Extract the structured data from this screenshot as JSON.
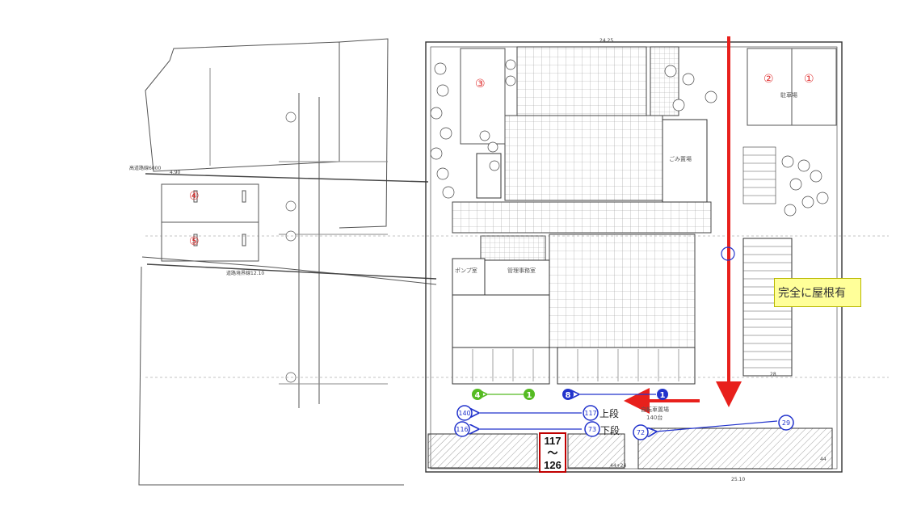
{
  "annotations": {
    "roof_note": "完全に屋根有",
    "range": {
      "from": "117",
      "sep": "〜",
      "to": "126"
    },
    "upper_label": "上段",
    "lower_label": "下段"
  },
  "parking_areas": [
    "①",
    "②",
    "③",
    "④",
    "⑤"
  ],
  "markers": {
    "green": [
      "4",
      "1"
    ],
    "blue_filled": [
      "8",
      "1"
    ],
    "blue_outline": [
      "140",
      "117",
      "116",
      "73",
      "72",
      "29"
    ]
  },
  "rooms": {
    "garbage": "ごみ置場",
    "bicycle": "自転車置場",
    "bicycle_count": "140台",
    "pump": "ポンプ室",
    "management": "管理事務室",
    "parking_note": "駐車場"
  },
  "colors": {
    "route_red": "#e8201c",
    "route_blue": "#2233cc",
    "marker_green": "#55bb22",
    "note_bg": "#ffff99",
    "range_border": "#c00000"
  }
}
